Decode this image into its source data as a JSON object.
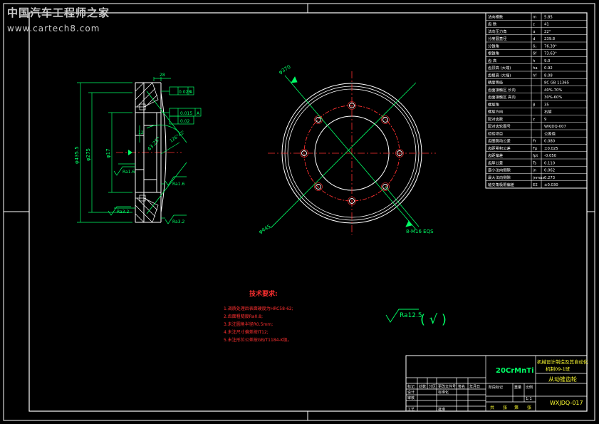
{
  "watermark": {
    "title": "中国汽车工程师之家",
    "url": "www.cartech8.com"
  },
  "front_view": {
    "dim_width_top": "28",
    "dim_dia_outer": "φ435.5",
    "dim_dia_bore": "φ275",
    "dim_dia_small": "φ17",
    "dim_mid": "12",
    "angle_label": "43.25°",
    "angle_label_2": "126°42'",
    "tol_1": "0.025",
    "tol_2": "0.015",
    "tol_3": "0.02",
    "datum_a": "A",
    "rough_1": "Ra1.6",
    "rough_2": "Ra3.2",
    "rough_3": "Ra1.6",
    "rough_4": "Ra3.2"
  },
  "side_view": {
    "label_top": "φ370",
    "label_holes": "8-M16 EQS",
    "label_left": "φ445"
  },
  "params_table": {
    "rows": [
      [
        "法向模数",
        "m",
        "5.85"
      ],
      [
        "齿 数",
        "z",
        "41"
      ],
      [
        "法向压力角",
        "α",
        "22°"
      ],
      [
        "分度圆直径",
        "d",
        "239.8"
      ],
      [
        "分锥角",
        "δ₁",
        "76.39°"
      ],
      [
        "根锥角",
        "δf",
        "73.63°"
      ],
      [
        "齿 高",
        "h",
        "9.0"
      ],
      [
        "齿顶高 (大端)",
        "ha",
        "0.92"
      ],
      [
        "齿根高 (大端)",
        "hf",
        "8.08"
      ],
      [
        "精度等级",
        "",
        "8C GB 11365"
      ],
      [
        "齿面接触区 长向",
        "",
        "40%-70%"
      ],
      [
        "齿面接触区 高向",
        "",
        "30%-60%"
      ],
      [
        "螺旋角",
        "β",
        "35"
      ],
      [
        "螺旋方向",
        "",
        "右旋"
      ],
      [
        "配对齿数",
        "z",
        "9"
      ],
      [
        "配对齿轮图号",
        "",
        "WXJDQ-007"
      ],
      [
        "检验项目",
        "",
        "公差值"
      ],
      [
        "齿圈跳动公差",
        "Fr",
        "0.080"
      ],
      [
        "齿距累积公差",
        "Fp",
        "±0.025"
      ],
      [
        "齿距偏差",
        "fpt",
        "-0.050"
      ],
      [
        "齿厚公差",
        "Ts",
        "0.110"
      ],
      [
        "最小法向侧隙",
        "jn",
        "0.062"
      ],
      [
        "最大法向侧隙",
        "jnmax",
        "0.273"
      ],
      [
        "轴交角极限偏差",
        "EΣ",
        "±0.030"
      ]
    ]
  },
  "tech_req": {
    "title": "技术要求:",
    "lines": [
      "1.调质处理后表面硬度为HRC58-62;",
      "2.齿面粗糙度Ra0.8;",
      "3.未注圆角半径R0.5mm;",
      "4.未注尺寸偏差按IT12;",
      "5.未注形位公差按GB/T1184-K级。"
    ]
  },
  "roughness_other": {
    "value": "Ra12.5",
    "paren": "( √ )"
  },
  "title_block": {
    "material": "20CrMnTi",
    "school": "机械设计制造及其自动化",
    "class": "机制09-1班",
    "part_name": "从动锥齿轮",
    "drawing_no": "WXJDQ-017",
    "hdr_row": [
      "标记",
      "处数",
      "分区",
      "更改文件号",
      "签名",
      "年月日"
    ],
    "designer_label": "设计",
    "std_label": "标准化",
    "reviewer_label": "审核",
    "process_label": "工艺",
    "approve_label": "批准",
    "stage_label": "阶段标记",
    "weight_label": "重量",
    "scale_label": "比例",
    "scale_value": "1:1",
    "sheet_a": "共",
    "sheet_b": "张",
    "sheet_c": "第",
    "sheet_d": "张"
  }
}
